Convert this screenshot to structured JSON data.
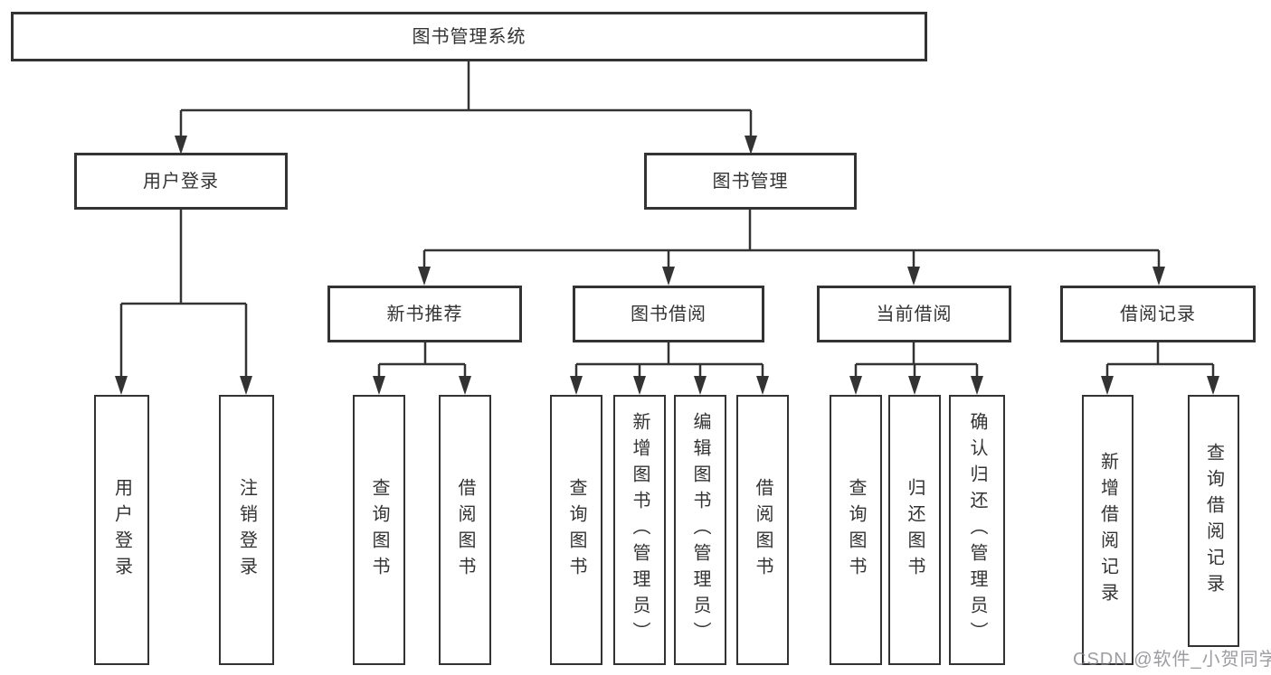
{
  "tree": {
    "label": "图书管理系统",
    "children": [
      {
        "label": "用户登录",
        "children": [
          {
            "label": "用户登录"
          },
          {
            "label": "注销登录"
          }
        ]
      },
      {
        "label": "图书管理",
        "children": [
          {
            "label": "新书推荐",
            "children": [
              {
                "label": "查询图书"
              },
              {
                "label": "借阅图书"
              }
            ]
          },
          {
            "label": "图书借阅",
            "children": [
              {
                "label": "查询图书"
              },
              {
                "label": "新增图书（管理员）"
              },
              {
                "label": "编辑图书（管理员）"
              },
              {
                "label": "借阅图书"
              }
            ]
          },
          {
            "label": "当前借阅",
            "children": [
              {
                "label": "查询图书"
              },
              {
                "label": "归还图书"
              },
              {
                "label": "确认归还（管理员）"
              }
            ]
          },
          {
            "label": "借阅记录",
            "children": [
              {
                "label": "新增借阅记录"
              },
              {
                "label": "查询借阅记录"
              }
            ]
          }
        ]
      }
    ]
  },
  "watermark": {
    "text": "CSDN @软件_小贺同学"
  },
  "colors": {
    "line": "#333333",
    "text": "#333333",
    "background": "#ffffff",
    "watermark": "#808086"
  }
}
